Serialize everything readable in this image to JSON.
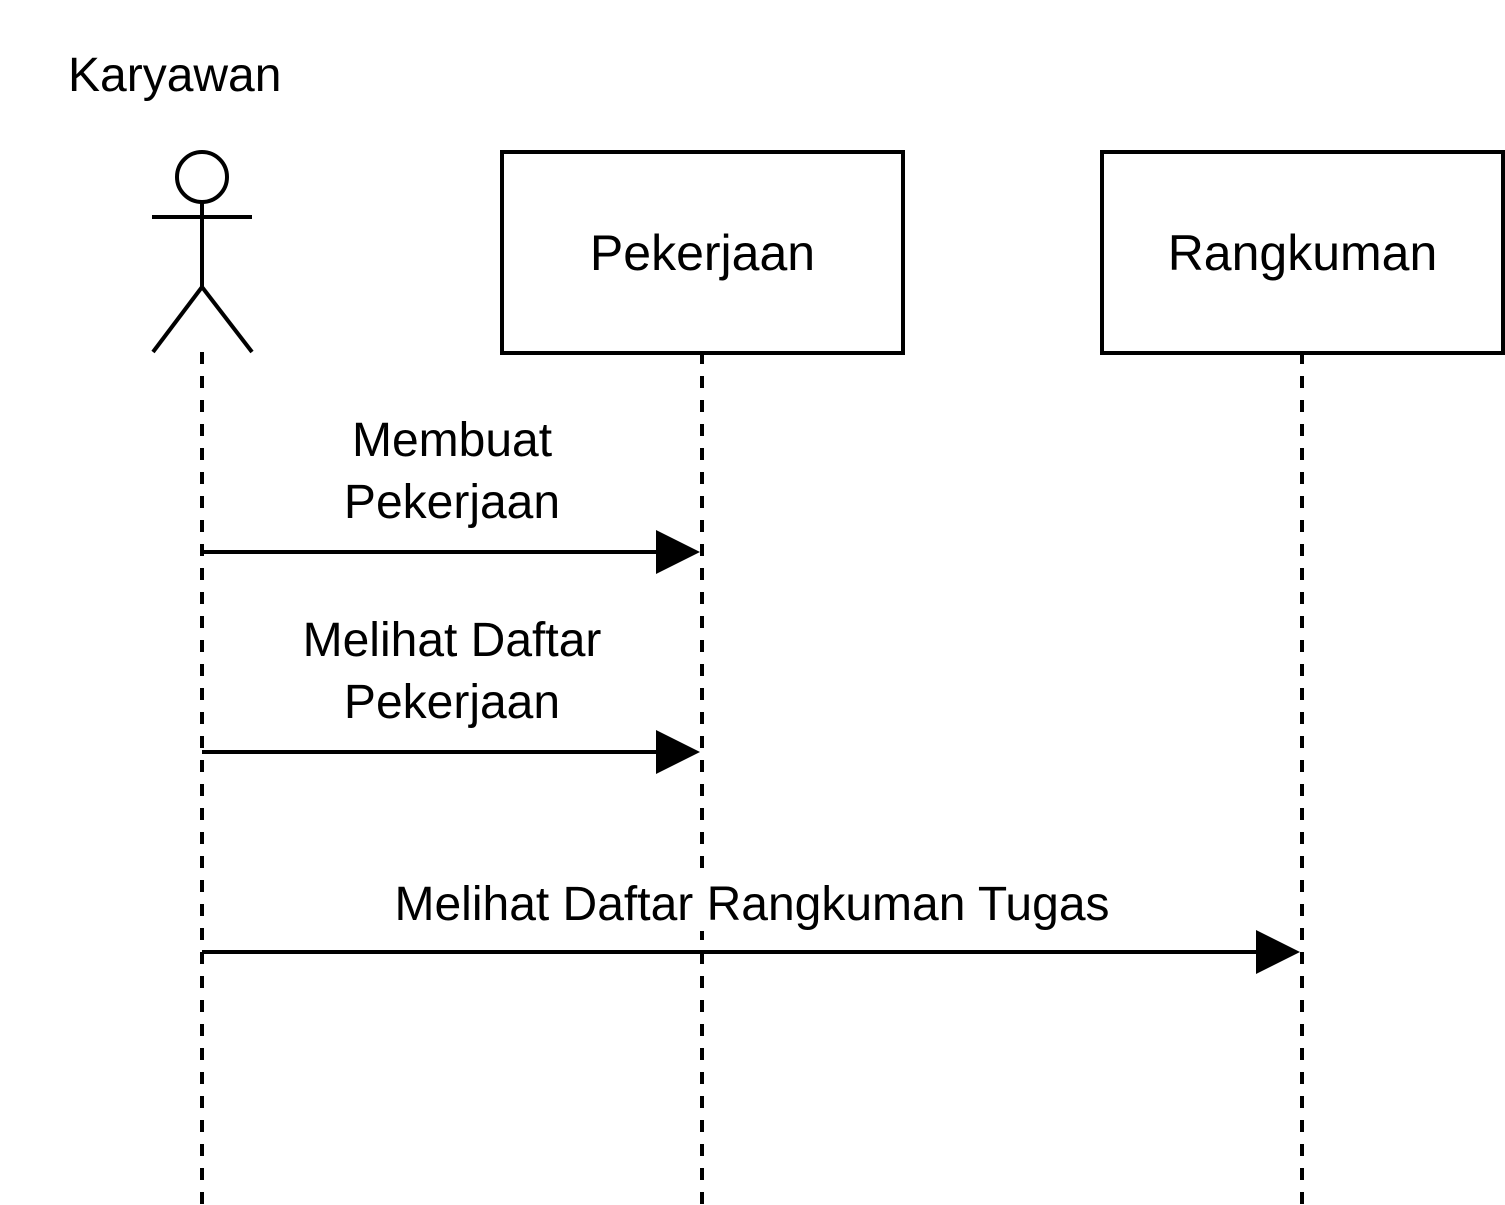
{
  "colors": {
    "stroke": "#000000",
    "background": "#ffffff"
  },
  "actor": {
    "name": "Karyawan",
    "icon": "stick-figure-actor-icon"
  },
  "participants": [
    {
      "name": "Pekerjaan"
    },
    {
      "name": "Rangkuman"
    }
  ],
  "messages": [
    {
      "line1": "Membuat",
      "line2": "Pekerjaan",
      "from": "Karyawan",
      "to": "Pekerjaan"
    },
    {
      "line1": "Melihat Daftar",
      "line2": "Pekerjaan",
      "from": "Karyawan",
      "to": "Pekerjaan"
    },
    {
      "line1": "Melihat Daftar Rangkuman Tugas",
      "from": "Karyawan",
      "to": "Rangkuman"
    }
  ]
}
